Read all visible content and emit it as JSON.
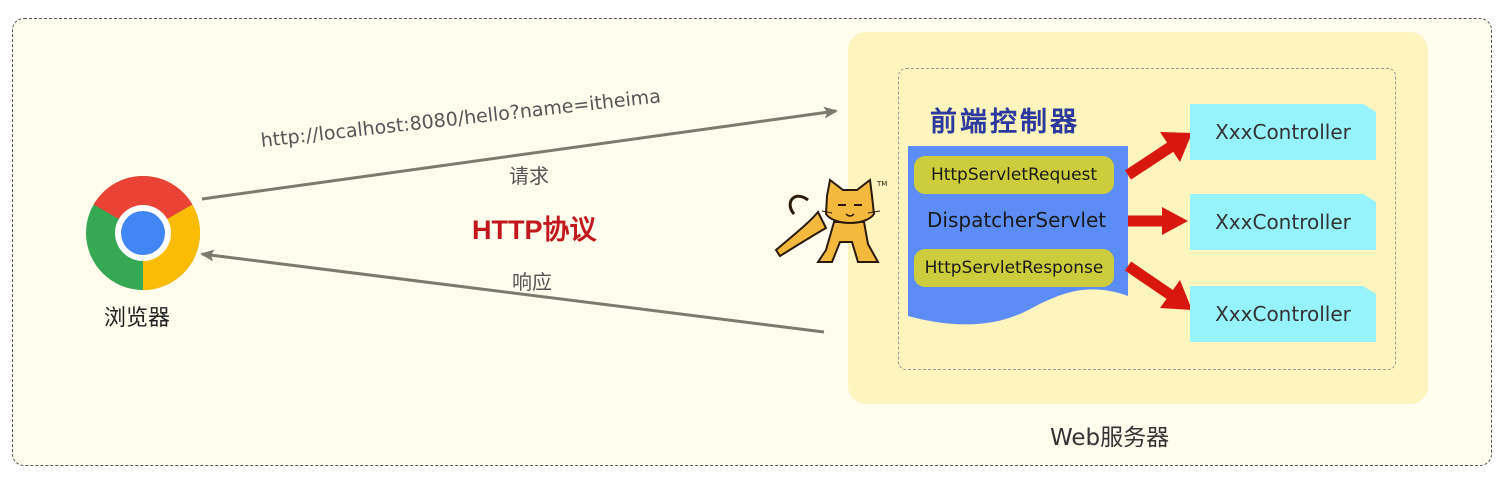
{
  "browser": {
    "label": "浏览器",
    "icon": "chrome-browser-icon"
  },
  "request": {
    "url": "http://localhost:8080/hello?name=itheima",
    "label": "请求"
  },
  "response": {
    "label": "响应"
  },
  "protocol": {
    "label": "HTTP协议"
  },
  "server": {
    "label": "Web服务器",
    "icon": "tomcat-cat-icon"
  },
  "front_controller": {
    "title": "前端控制器",
    "request_object": "HttpServletRequest",
    "dispatcher": "DispatcherServlet",
    "response_object": "HttpServletResponse"
  },
  "controllers": [
    {
      "label": "XxxController"
    },
    {
      "label": "XxxController"
    },
    {
      "label": "XxxController"
    }
  ],
  "colors": {
    "protocol_text": "#c2181d",
    "front_controller_title": "#2b3a9c",
    "dispatcher_panel": "#5c8cf6",
    "servlet_pill": "#cccc3c",
    "controller_box": "#96f3fc",
    "dispatch_arrow": "#d8180e",
    "http_arrow": "#7a7a6e",
    "server_background": "#fdf4be",
    "outer_background": "#fefdee"
  }
}
